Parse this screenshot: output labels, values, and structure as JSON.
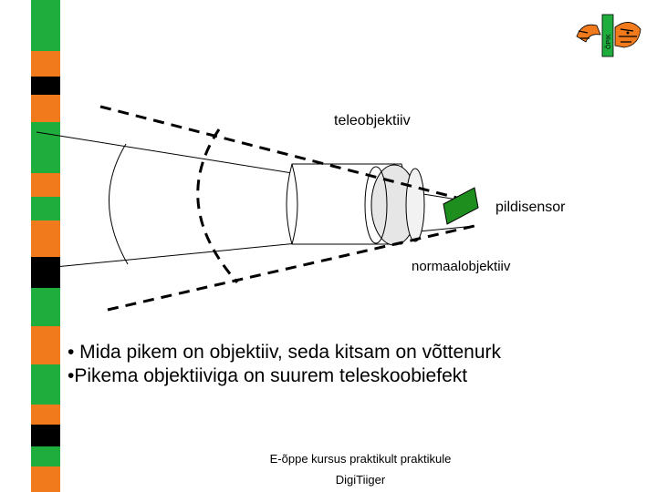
{
  "labels": {
    "tele": "teleobjektiiv",
    "sensor": "pildisensor",
    "normal": "normaalobjektiiv"
  },
  "bullets": [
    "• Mida pikem on objektiiv, seda kitsam on võttenurk",
    "•Pikema objektiiviga on suurem teleskoobiefekt"
  ],
  "footer": {
    "course": "E-õppe kursus praktikult praktikule",
    "brand": "DigiTiiger"
  },
  "logo": {
    "icon": "tiger-book-logo-icon",
    "text": "ÕPIK"
  },
  "colors": {
    "stripe_black": "#000000",
    "stripe_green": "#1fae3e",
    "stripe_orange": "#f07a1c",
    "sensor_green": "#1e8f1e"
  }
}
